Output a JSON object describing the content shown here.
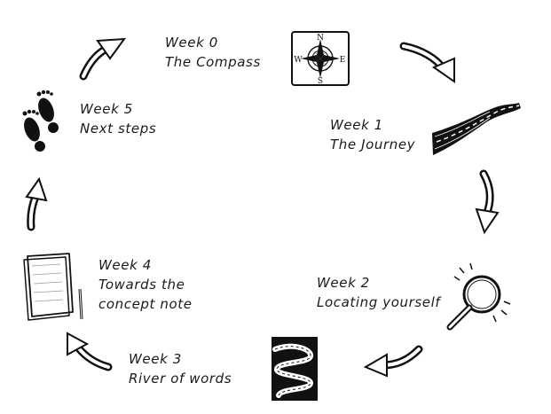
{
  "steps": [
    {
      "week": "Week 0",
      "title": "The Compass",
      "icon": "compass-icon"
    },
    {
      "week": "Week 1",
      "title": "The Journey",
      "icon": "road-icon"
    },
    {
      "week": "Week 2",
      "title": "Locating yourself",
      "icon": "magnifying-glass-icon"
    },
    {
      "week": "Week 3",
      "title": "River of words",
      "icon": "river-icon"
    },
    {
      "week": "Week 4",
      "title_line1": "Towards the",
      "title_line2": "concept note",
      "icon": "notebook-pencil-icon"
    },
    {
      "week": "Week 5",
      "title": "Next steps",
      "icon": "footprints-icon"
    }
  ],
  "compass": {
    "n": "N",
    "s": "S",
    "e": "E",
    "w": "W"
  },
  "colors": {
    "ink": "#111111",
    "text": "#1a1a1a",
    "background": "#ffffff"
  }
}
